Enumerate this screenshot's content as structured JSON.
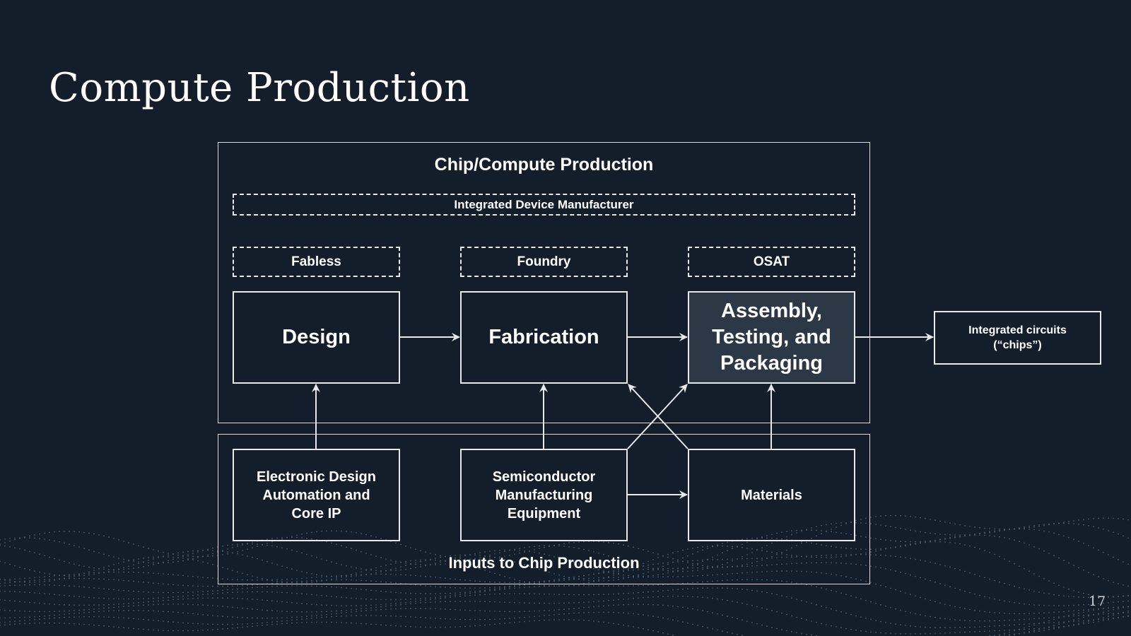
{
  "slide": {
    "title": "Compute Production",
    "page_number": "17"
  },
  "diagram": {
    "outer_frame_label": "Chip/Compute Production",
    "inputs_frame_label": "Inputs to Chip Production",
    "business_models": {
      "idm": "Integrated Device Manufacturer",
      "fabless": "Fabless",
      "foundry": "Foundry",
      "osat": "OSAT"
    },
    "stages": {
      "design": "Design",
      "fabrication": "Fabrication",
      "assembly_line1": "Assembly,",
      "assembly_line2": "Testing, and",
      "assembly_line3": "Packaging"
    },
    "inputs": {
      "eda_line1": "Electronic Design",
      "eda_line2": "Automation and",
      "eda_line3": "Core IP",
      "sme_line1": "Semiconductor",
      "sme_line2": "Manufacturing",
      "sme_line3": "Equipment",
      "materials": "Materials"
    },
    "output": {
      "line1": "Integrated circuits",
      "line2": "(“chips”)"
    },
    "colors": {
      "background": "#131e2a",
      "highlight_box": "#2c3845",
      "stroke": "#e6e8ea"
    }
  }
}
